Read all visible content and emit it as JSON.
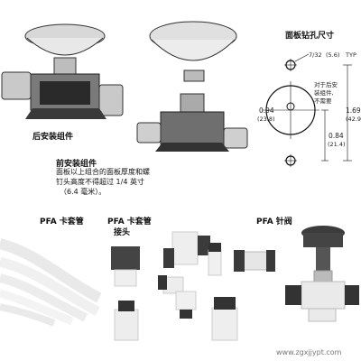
{
  "labels": {
    "rear_mount": "后安装组件",
    "front_mount": "前安装组件",
    "front_mount_note_1": "面板以上组合的面板厚度和螺",
    "front_mount_note_2": "钉头高度不得超过 1/4 英寸",
    "front_mount_note_3": "（6.4 毫米）。",
    "panel_drill_title": "面板钻孔尺寸",
    "pfa_tube_fitting": "PFA 卡套管",
    "pfa_tube_fitting_connector": "PFA 卡套管",
    "pfa_tube_fitting_connector_2": "接头",
    "pfa_needle_valve": "PFA 针阀"
  },
  "drill_dims": {
    "hole_size": "7/32",
    "hole_size_mm": "(5.6)",
    "hole_typ": "TYP",
    "rear_note_1": "对于后安",
    "rear_note_2": "装组件,",
    "rear_note_3": "不需要",
    "dia_in": "0.94",
    "dia_mm": "(23.8)",
    "offset_in": "0.84",
    "offset_mm": "(21.4)",
    "height_in": "1.69",
    "height_mm": "(42.9)"
  },
  "watermark": "www.zgxjjypt.com"
}
